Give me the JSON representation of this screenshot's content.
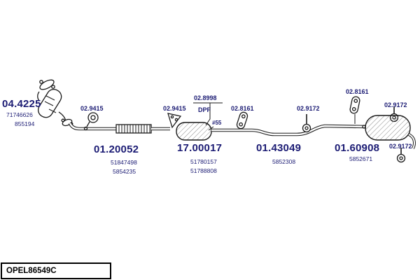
{
  "colors": {
    "label": "#1c1c74",
    "line": "#1a1a1a"
  },
  "parts": {
    "front": {
      "code": "04.4225",
      "ref1": "71746626",
      "ref2": "855194"
    },
    "clamp_a": {
      "code": "02.9415"
    },
    "clamp_b": {
      "code": "02.9415"
    },
    "center": {
      "code": "01.20052",
      "ref1": "51847498",
      "ref2": "5854235"
    },
    "dpf_gasket": {
      "code": "02.8998",
      "tag": "DPF"
    },
    "dpf": {
      "code": "17.00017",
      "ref1": "51780157",
      "ref2": "51788808",
      "note": "#55"
    },
    "hanger_a": {
      "code": "02.8161"
    },
    "mid": {
      "code": "01.43049",
      "ref1": "5852308"
    },
    "hanger_b": {
      "code": "02.9172"
    },
    "hanger_c": {
      "code": "02.8161"
    },
    "hanger_d": {
      "code": "02.9172"
    },
    "rear": {
      "code": "01.60908",
      "ref1": "5852671"
    },
    "hanger_e": {
      "code": "02.9172"
    }
  },
  "footer": {
    "doc_code": "OPEL86549C"
  }
}
